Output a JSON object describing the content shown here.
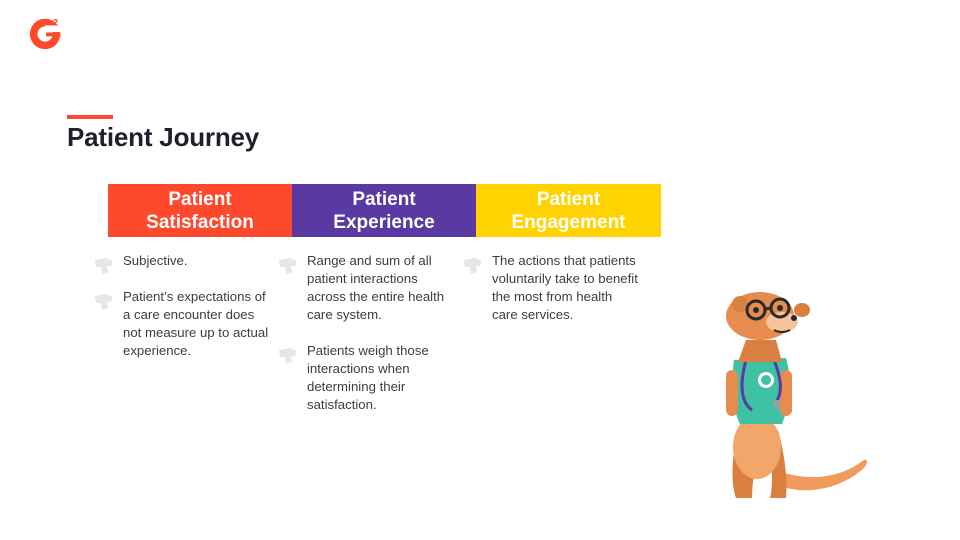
{
  "brand": {
    "logo_text": "G2"
  },
  "title": "Patient Journey",
  "columns": [
    {
      "header": "Patient Satisfaction",
      "color": "#ff492c",
      "bullets": [
        "Subjective.",
        "Patient’s expectations of a care encounter does not measure up to actual experience."
      ]
    },
    {
      "header": "Patient Experience",
      "color": "#5a39a2",
      "bullets": [
        "Range and sum of all patient interactions across the entire health care system.",
        "Patients weigh those interactions when determining their satisfaction."
      ]
    },
    {
      "header": "Patient Engagement",
      "color": "#ffd200",
      "bullets": [
        "The actions that patients voluntarily take to benefit the most from health care services."
      ]
    }
  ],
  "icons": {
    "bullet": "puzzle-piece-icon",
    "mascot": "meerkat-doctor-mascot"
  }
}
